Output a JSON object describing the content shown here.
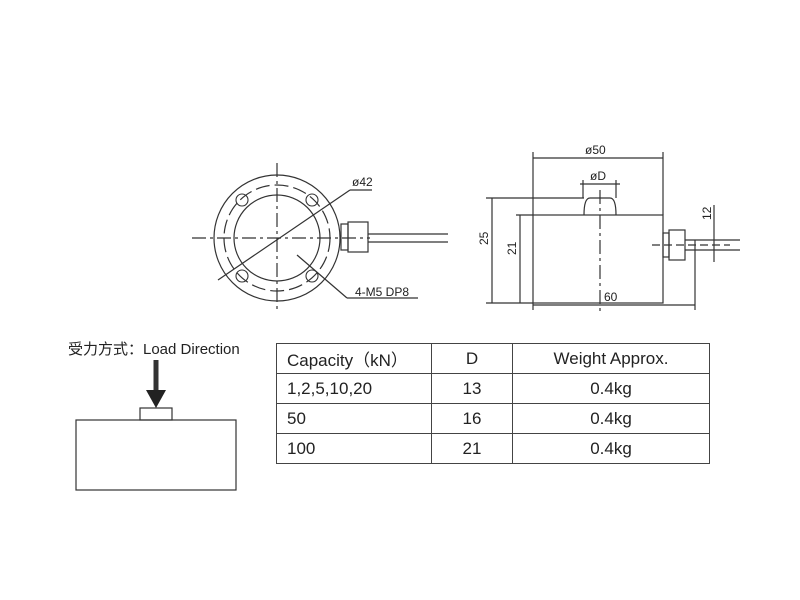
{
  "front_view": {
    "diameter_label": "ø42",
    "thread_label": "4-M5 DP8"
  },
  "side_view": {
    "outer_diameter_label": "ø50",
    "button_diameter_label": "øD",
    "total_height_label": "25",
    "body_height_label": "21",
    "length_label": "60",
    "cable_label": "12"
  },
  "load_direction": {
    "label": "受力方式：Load Direction"
  },
  "table": {
    "headers": [
      "Capacity（kN）",
      "D",
      "Weight  Approx."
    ],
    "rows": [
      [
        "1,2,5,10,20",
        "13",
        "0.4kg"
      ],
      [
        "50",
        "16",
        "0.4kg"
      ],
      [
        "100",
        "21",
        "0.4kg"
      ]
    ]
  }
}
